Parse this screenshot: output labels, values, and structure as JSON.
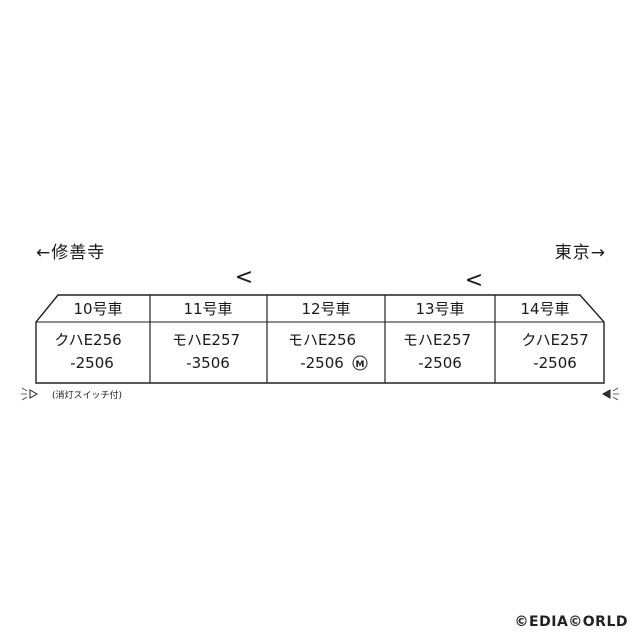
{
  "directions": {
    "left": "←修善寺",
    "right": "東京→"
  },
  "cars": [
    {
      "number": "10号車",
      "model": "クハE256",
      "serial": "-2506",
      "motor_badge": ""
    },
    {
      "number": "11号車",
      "model": "モハE257",
      "serial": "-3506",
      "motor_badge": ""
    },
    {
      "number": "12号車",
      "model": "モハE256",
      "serial": "-2506",
      "motor_badge": "M"
    },
    {
      "number": "13号車",
      "model": "モハE257",
      "serial": "-2506",
      "motor_badge": ""
    },
    {
      "number": "14号車",
      "model": "クハE257",
      "serial": "-2506",
      "motor_badge": ""
    }
  ],
  "pantograph_marks": [
    "<",
    "<"
  ],
  "note": "(消灯スイッチ付)",
  "icons": {
    "left_light": "headlight-icon",
    "right_light": "taillight-icon"
  },
  "brand": "©EDIA©ORLD"
}
